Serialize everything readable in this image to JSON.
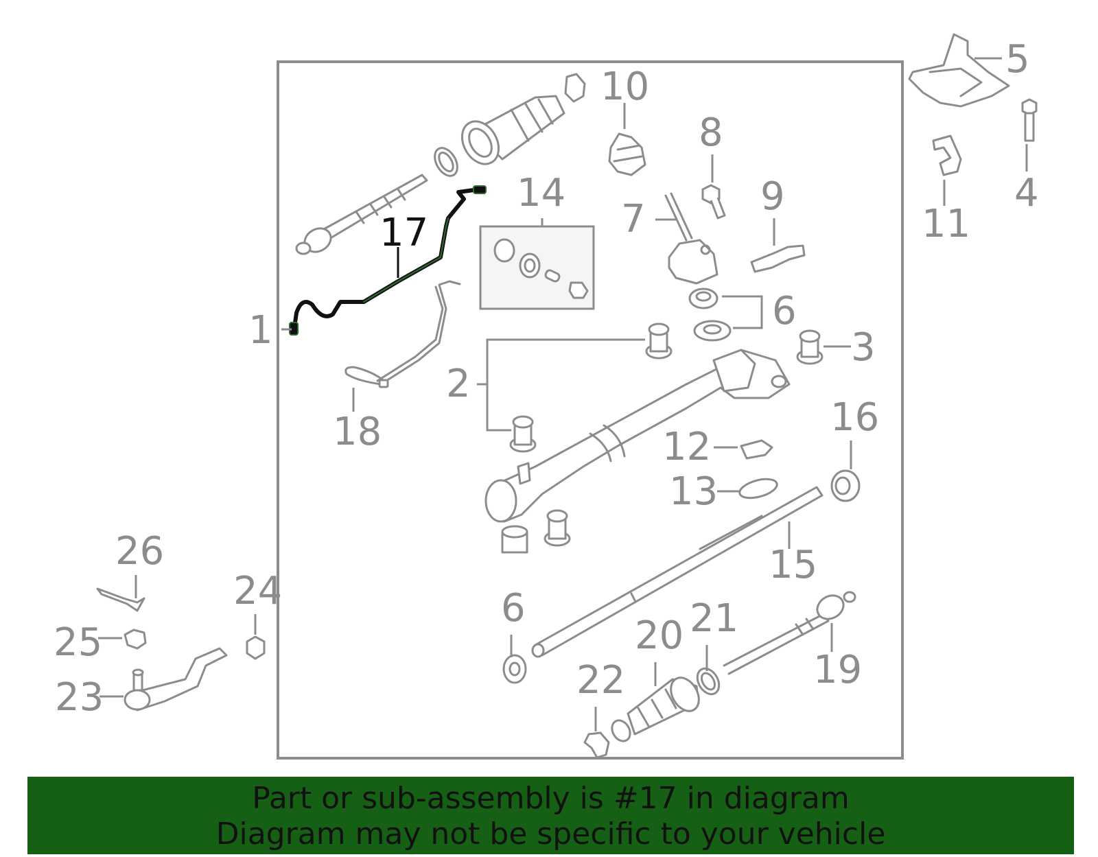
{
  "diagram": {
    "highlight_color": "#156015",
    "part_color": "#8c8c8c",
    "highlighted_part": "17",
    "callouts": {
      "c1": "1",
      "c2": "2",
      "c3": "3",
      "c4": "4",
      "c5": "5",
      "c6a": "6",
      "c6b": "6",
      "c7": "7",
      "c8": "8",
      "c9": "9",
      "c10": "10",
      "c11": "11",
      "c12": "12",
      "c13": "13",
      "c14": "14",
      "c15": "15",
      "c16": "16",
      "c17": "17",
      "c18": "18",
      "c19": "19",
      "c20": "20",
      "c21": "21",
      "c22": "22",
      "c23": "23",
      "c24": "24",
      "c25": "25",
      "c26": "26"
    }
  },
  "banner": {
    "line1": "Part or sub-assembly is #17 in diagram",
    "line2": "Diagram may not be specific to your vehicle"
  }
}
